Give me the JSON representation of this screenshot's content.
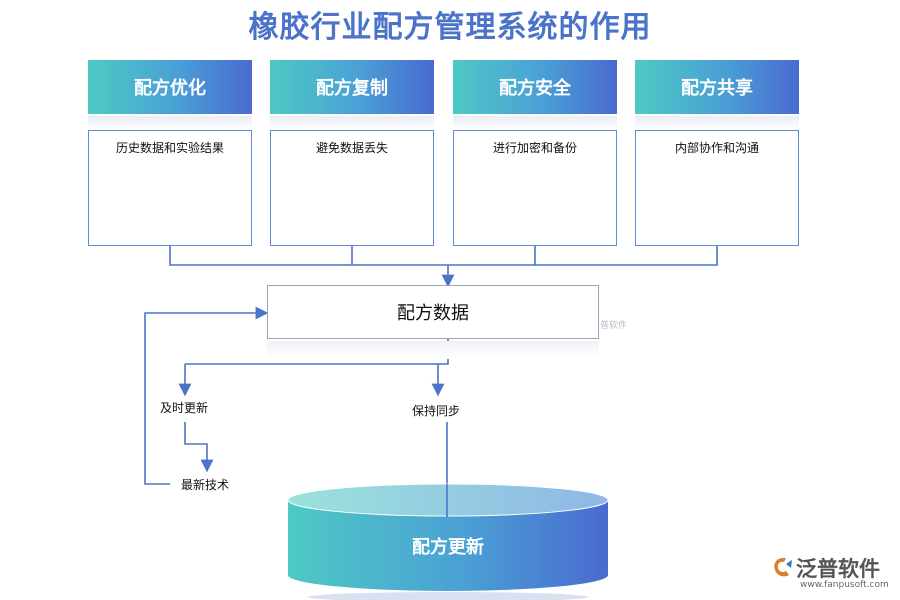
{
  "title": "橡胶行业配方管理系统的作用",
  "categories": [
    {
      "header": "配方优化",
      "detail": "历史数据和实验结果"
    },
    {
      "header": "配方复制",
      "detail": "避免数据丢失"
    },
    {
      "header": "配方安全",
      "detail": "进行加密和备份"
    },
    {
      "header": "配方共享",
      "detail": "内部协作和沟通"
    }
  ],
  "hub": {
    "label": "配方数据",
    "watermark": "普软件"
  },
  "flow": {
    "update_timely": "及时更新",
    "latest_tech": "最新技术",
    "keep_sync": "保持同步"
  },
  "database": {
    "label": "配方更新"
  },
  "logo": {
    "name": "泛普软件",
    "url": "www.fanpusoft.com"
  },
  "colors": {
    "title": "#4a73c9",
    "header_gradient_start": "#4ec9c4",
    "header_gradient_end": "#4a6ad0",
    "connector": "#4a73c9"
  }
}
